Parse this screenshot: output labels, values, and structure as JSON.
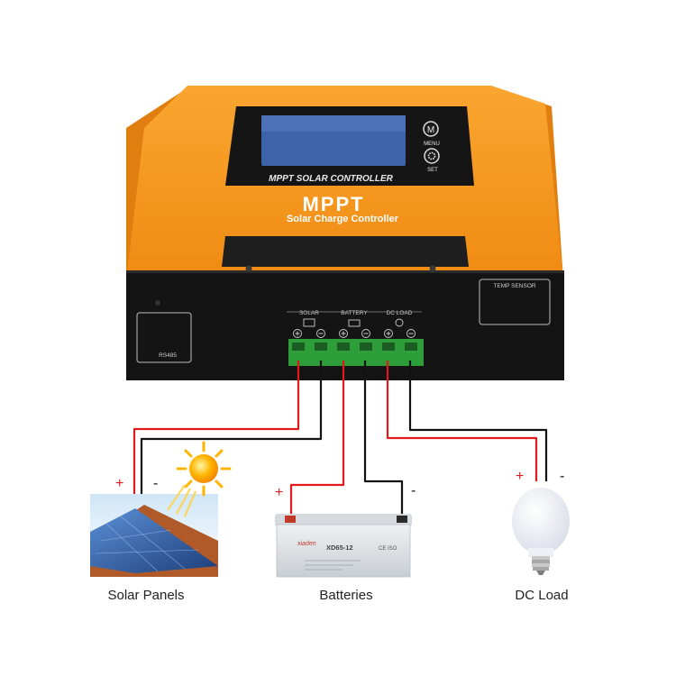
{
  "controller": {
    "display_label": "MPPT SOLAR CONTROLLER",
    "brand": "MPPT",
    "subtitle": "Solar Charge Controller",
    "menu_label": "MENU",
    "set_label": "SET",
    "menu_glyph": "M",
    "rs485_label": "RS485",
    "temp_sensor_label": "TEMP SENSOR",
    "terminals": {
      "solar": "SOLAR",
      "battery": "BATTERY",
      "dc_load": "DC LOAD"
    },
    "colors": {
      "body": "#f5961e",
      "front": "#141414",
      "terminal": "#2e9e3b"
    }
  },
  "wiring": {
    "positive_color": "#e11b1b",
    "negative_color": "#111111"
  },
  "devices": [
    {
      "id": "solar",
      "label": "Solar Panels",
      "plus": "+",
      "minus": "-"
    },
    {
      "id": "battery",
      "label": "Batteries",
      "plus": "+",
      "minus": "-",
      "battery_brand": "xiaden",
      "battery_model": "XD65-12",
      "battery_cert": "CE ISO"
    },
    {
      "id": "load",
      "label": "DC Load",
      "plus": "+",
      "minus": "-"
    }
  ]
}
